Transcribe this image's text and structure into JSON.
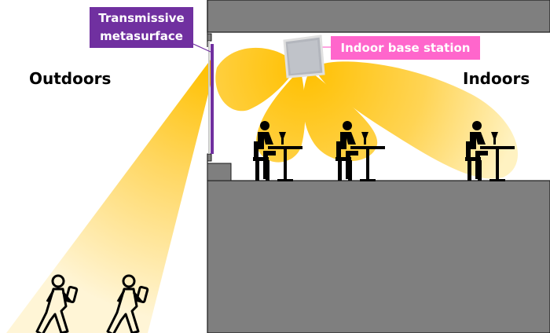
{
  "labels": {
    "metasurface_line1": "Transmissive",
    "metasurface_line2": "metasurface",
    "base_station": "Indoor base station",
    "outdoors": "Outdoors",
    "indoors": "Indoors"
  },
  "colors": {
    "metasurface_box": "#7030a0",
    "metasurface_bar": "#7030a0",
    "base_station_box": "#ff66cc",
    "building": "#7f7f7f",
    "beam": "#ffc000",
    "icons": "#000000"
  },
  "icons": {
    "seated_users": [
      "seated-diner-icon",
      "seated-diner-icon",
      "seated-diner-icon"
    ],
    "walking_users": [
      "walking-phone-user-icon",
      "walking-phone-user-icon"
    ]
  }
}
